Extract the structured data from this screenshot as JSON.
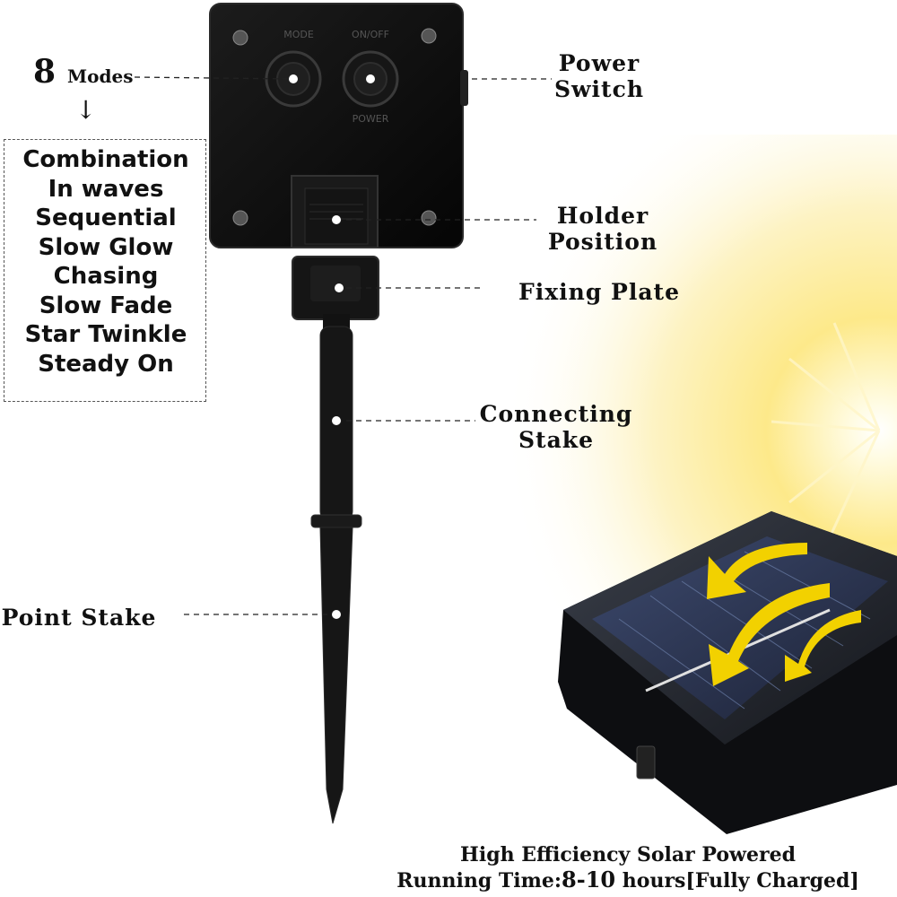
{
  "modes": {
    "count": "8",
    "word": "Modes",
    "arrow": "↓",
    "list": [
      "Combination",
      "In waves",
      "Sequential",
      "Slow Glow",
      "Chasing",
      "Slow Fade",
      "Star Twinkle",
      "Steady On"
    ]
  },
  "device": {
    "mode_button_label": "MODE",
    "onoff_button_label": "ON/OFF",
    "power_label": "POWER"
  },
  "callouts": {
    "power_switch": [
      "Power",
      "Switch"
    ],
    "holder_position": [
      "Holder",
      "Position"
    ],
    "fixing_plate": "Fixing Plate",
    "connecting_stake": [
      "Connecting",
      "Stake"
    ],
    "point_stake": "Point Stake"
  },
  "footer": {
    "line1": "High Efficiency Solar Powered",
    "line2_prefix": "Running Time:",
    "line2_value": "8-10",
    "line2_suffix": "hours[Fully Charged]"
  },
  "colors": {
    "device_body": "#111111",
    "arrow_yellow": "#f2d100",
    "sun_glow": "#fff4b0",
    "panel_blue": "#2a3550"
  }
}
